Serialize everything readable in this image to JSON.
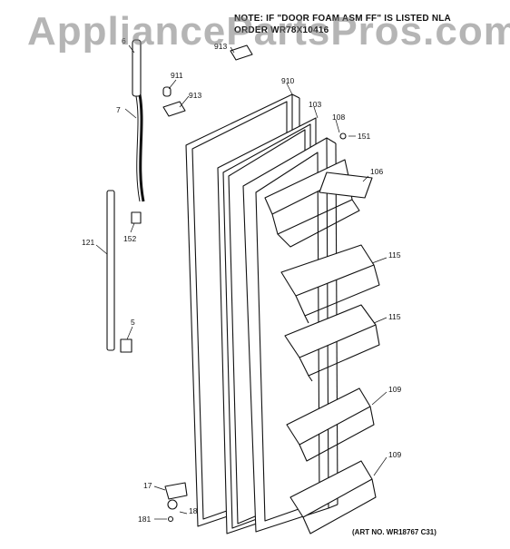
{
  "watermark": "AppliancePartsPros.com",
  "note": {
    "line1": "NOTE: IF \"DOOR FOAM ASM FF\" IS LISTED NLA",
    "line2": "ORDER WR78X10416"
  },
  "art_number": "(ART NO. WR18767 C31)",
  "callouts": {
    "p6": "6",
    "p7": "7",
    "p911": "911",
    "p913a": "913",
    "p913b": "913",
    "p910": "910",
    "p103": "103",
    "p108": "108",
    "p151": "151",
    "p106": "106",
    "p115a": "115",
    "p115b": "115",
    "p109a": "109",
    "p109b": "109",
    "p121": "121",
    "p152": "152",
    "p5": "5",
    "p17": "17",
    "p18": "18",
    "p181": "181"
  }
}
